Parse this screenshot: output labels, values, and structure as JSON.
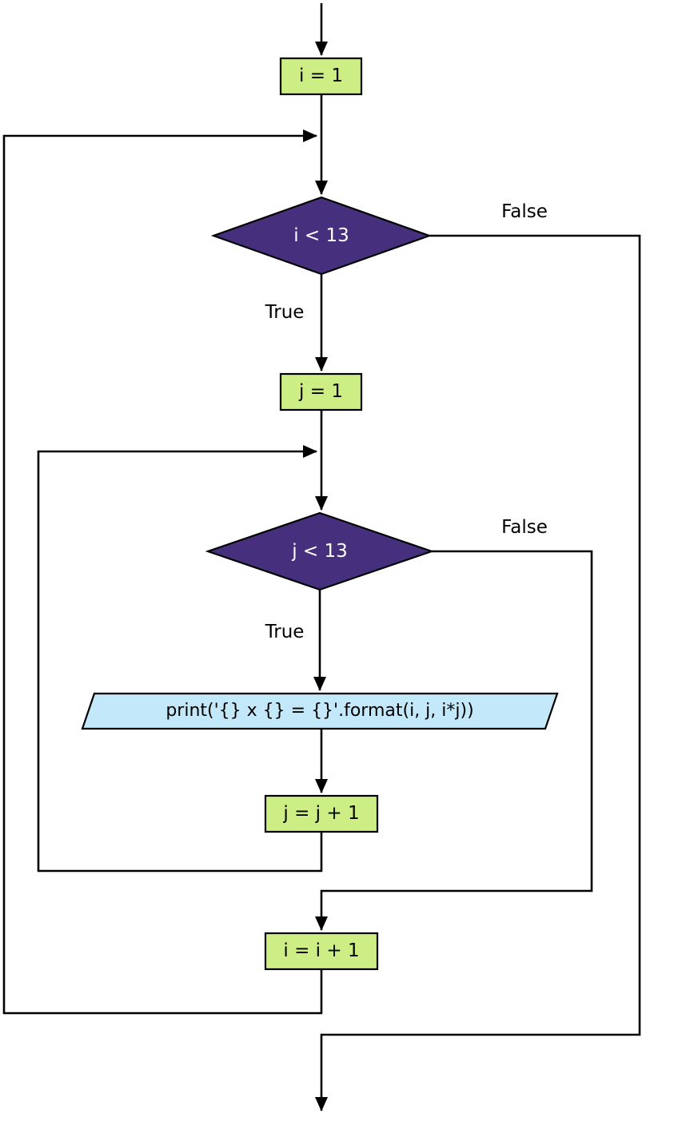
{
  "diagram": {
    "type": "flowchart",
    "description": "Nested loop flowchart printing a multiplication table",
    "nodes": {
      "init_i": "i = 1",
      "cond_i": "i < 13",
      "init_j": "j = 1",
      "cond_j": "j < 13",
      "print_stmt": "print('{} x {} = {}'.format(i, j, i*j))",
      "inc_j": "j = j + 1",
      "inc_i": "i = i + 1"
    },
    "edge_labels": {
      "outer_true": "True",
      "outer_false": "False",
      "inner_true": "True",
      "inner_false": "False"
    },
    "colors": {
      "process_fill": "#cdee85",
      "process_border": "#000000",
      "decision_fill": "#46307e",
      "decision_text": "#ffffff",
      "io_fill": "#c2e8fa",
      "io_border": "#000000",
      "connector": "#000000",
      "label_text": "#000000",
      "background": "#ffffff"
    }
  }
}
